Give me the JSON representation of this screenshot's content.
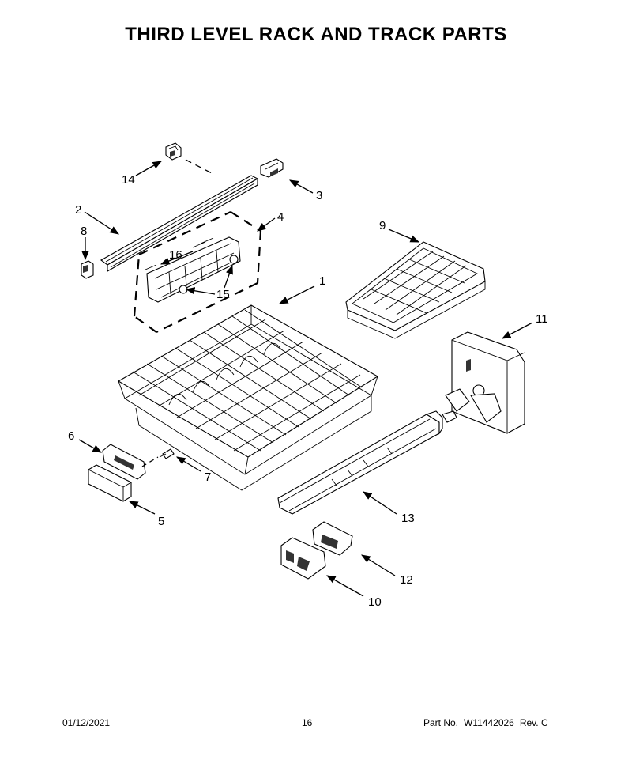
{
  "title": "THIRD LEVEL RACK AND TRACK PARTS",
  "callouts": [
    "1",
    "2",
    "3",
    "4",
    "5",
    "6",
    "7",
    "8",
    "9",
    "10",
    "11",
    "12",
    "13",
    "14",
    "15",
    "16"
  ],
  "footer": {
    "date": "01/12/2021",
    "page": "16",
    "part_no_label": "Part No.",
    "part_no": "W11442026",
    "rev": "Rev. C"
  }
}
